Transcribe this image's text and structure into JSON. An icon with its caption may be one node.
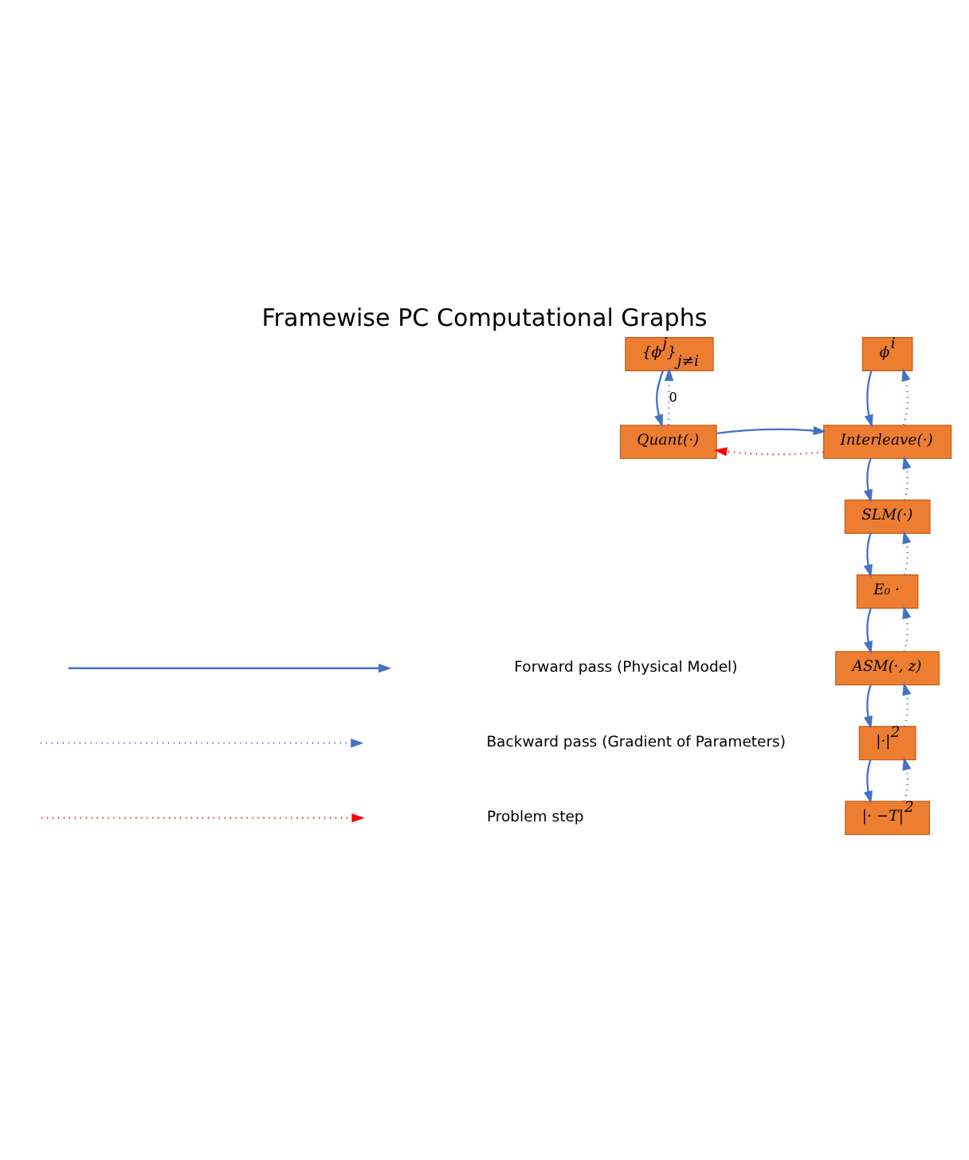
{
  "diagram": {
    "title": "Framewise PC Computational Graphs",
    "nodes": [
      {
        "text": [
          "{ϕ$^{j}$}$_{j≠i}$"
        ]
      },
      {
        "text": [
          "ϕ$^{i}$"
        ]
      },
      {
        "text": [
          "Quant(·)"
        ]
      },
      {
        "text": [
          "Interleave(·)"
        ]
      },
      {
        "text": [
          "SLM(·)"
        ]
      },
      {
        "text": [
          "E₀ ·"
        ]
      },
      {
        "text": [
          "ASM(·, z)"
        ]
      },
      {
        "text": [
          "|·|$^{2}$"
        ]
      },
      {
        "text": [
          "|· −T|$^{2}$"
        ]
      }
    ],
    "edges": [
      {
        "from": 0,
        "to": 2,
        "arrow": "to"
      },
      {
        "from": 2,
        "to": 0,
        "arrow": "to",
        "style": "dashed",
        "label": "0"
      },
      {
        "from": 1,
        "to": 3,
        "arrow": "to"
      },
      {
        "from": 3,
        "to": 1,
        "arrow": "to",
        "style": "dashed"
      },
      {
        "from": 3,
        "to": 2,
        "arrow": "to",
        "style": "dashed",
        "color": "#ff0000"
      },
      {
        "from": 2,
        "to": 3,
        "arrow": "to"
      },
      {
        "from": 3,
        "to": 4,
        "arrow": "to"
      },
      {
        "from": 4,
        "to": 3,
        "arrow": "to",
        "style": "dashed"
      },
      {
        "from": 4,
        "to": 5,
        "arrow": "to"
      },
      {
        "from": 5,
        "to": 4,
        "arrow": "to",
        "style": "dashed"
      },
      {
        "from": 5,
        "to": 6,
        "arrow": "to"
      },
      {
        "from": 6,
        "to": 5,
        "arrow": "to",
        "style": "dashed"
      },
      {
        "from": 6,
        "to": 7,
        "arrow": "to"
      },
      {
        "from": 7,
        "to": 6,
        "arrow": "to",
        "style": "dashed"
      },
      {
        "from": 7,
        "to": 8,
        "arrow": "to"
      },
      {
        "from": 8,
        "to": 7,
        "arrow": "to",
        "style": "dashed"
      }
    ],
    "legend": [
      {
        "text": "Forward pass (Physical Model)"
      },
      {
        "text": "Backward pass (Gradient of Parameters)"
      },
      {
        "text": "Problem step"
      }
    ]
  }
}
